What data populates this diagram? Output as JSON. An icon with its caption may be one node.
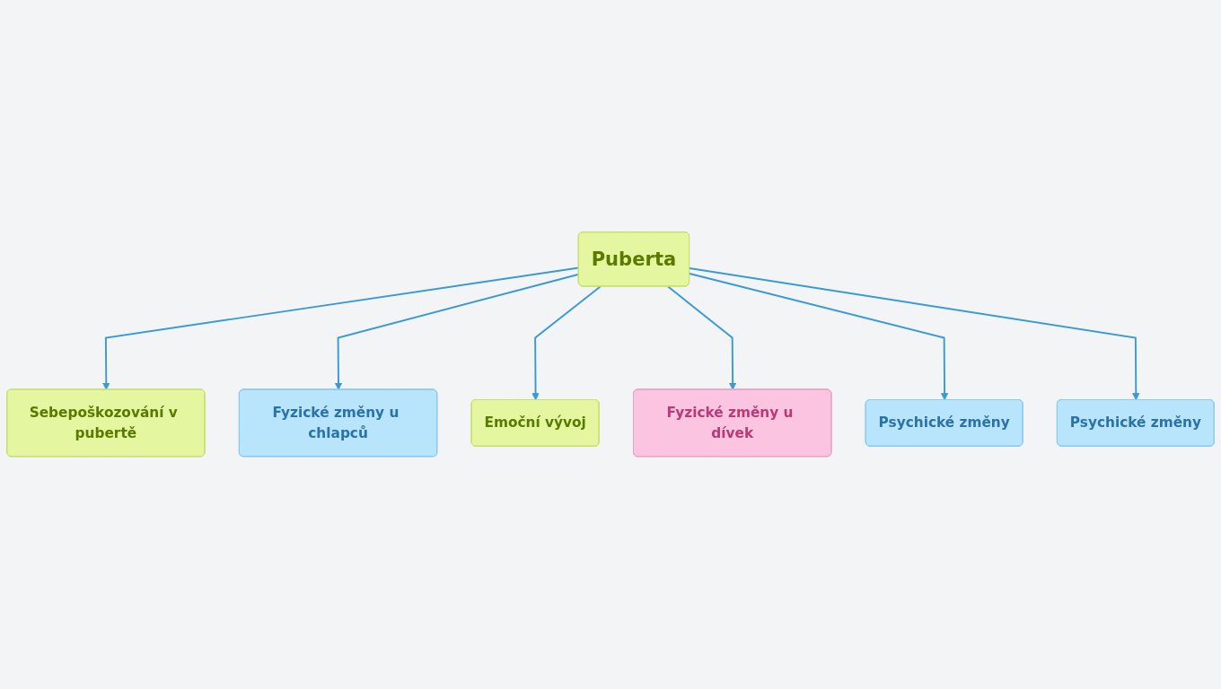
{
  "diagram": {
    "nodes": [
      {
        "text": [
          "Puberta"
        ]
      },
      {
        "text": [
          "Sebepoškozování v pubertě"
        ]
      },
      {
        "text": [
          "Fyzické změny u chlapců"
        ]
      },
      {
        "text": [
          "Emoční vývoj"
        ]
      },
      {
        "text": [
          "Fyzické změny u dívek"
        ]
      },
      {
        "text": [
          "Psychické změny"
        ]
      },
      {
        "text": [
          "Psychické změny"
        ]
      }
    ],
    "edges": [
      {
        "from": 0,
        "to": 1,
        "arrow": "to"
      },
      {
        "from": 0,
        "to": 2,
        "arrow": "to"
      },
      {
        "from": 0,
        "to": 3,
        "arrow": "to"
      },
      {
        "from": 0,
        "to": 4,
        "arrow": "to"
      },
      {
        "from": 0,
        "to": 5,
        "arrow": "to"
      },
      {
        "from": 0,
        "to": 6,
        "arrow": "to"
      }
    ]
  }
}
